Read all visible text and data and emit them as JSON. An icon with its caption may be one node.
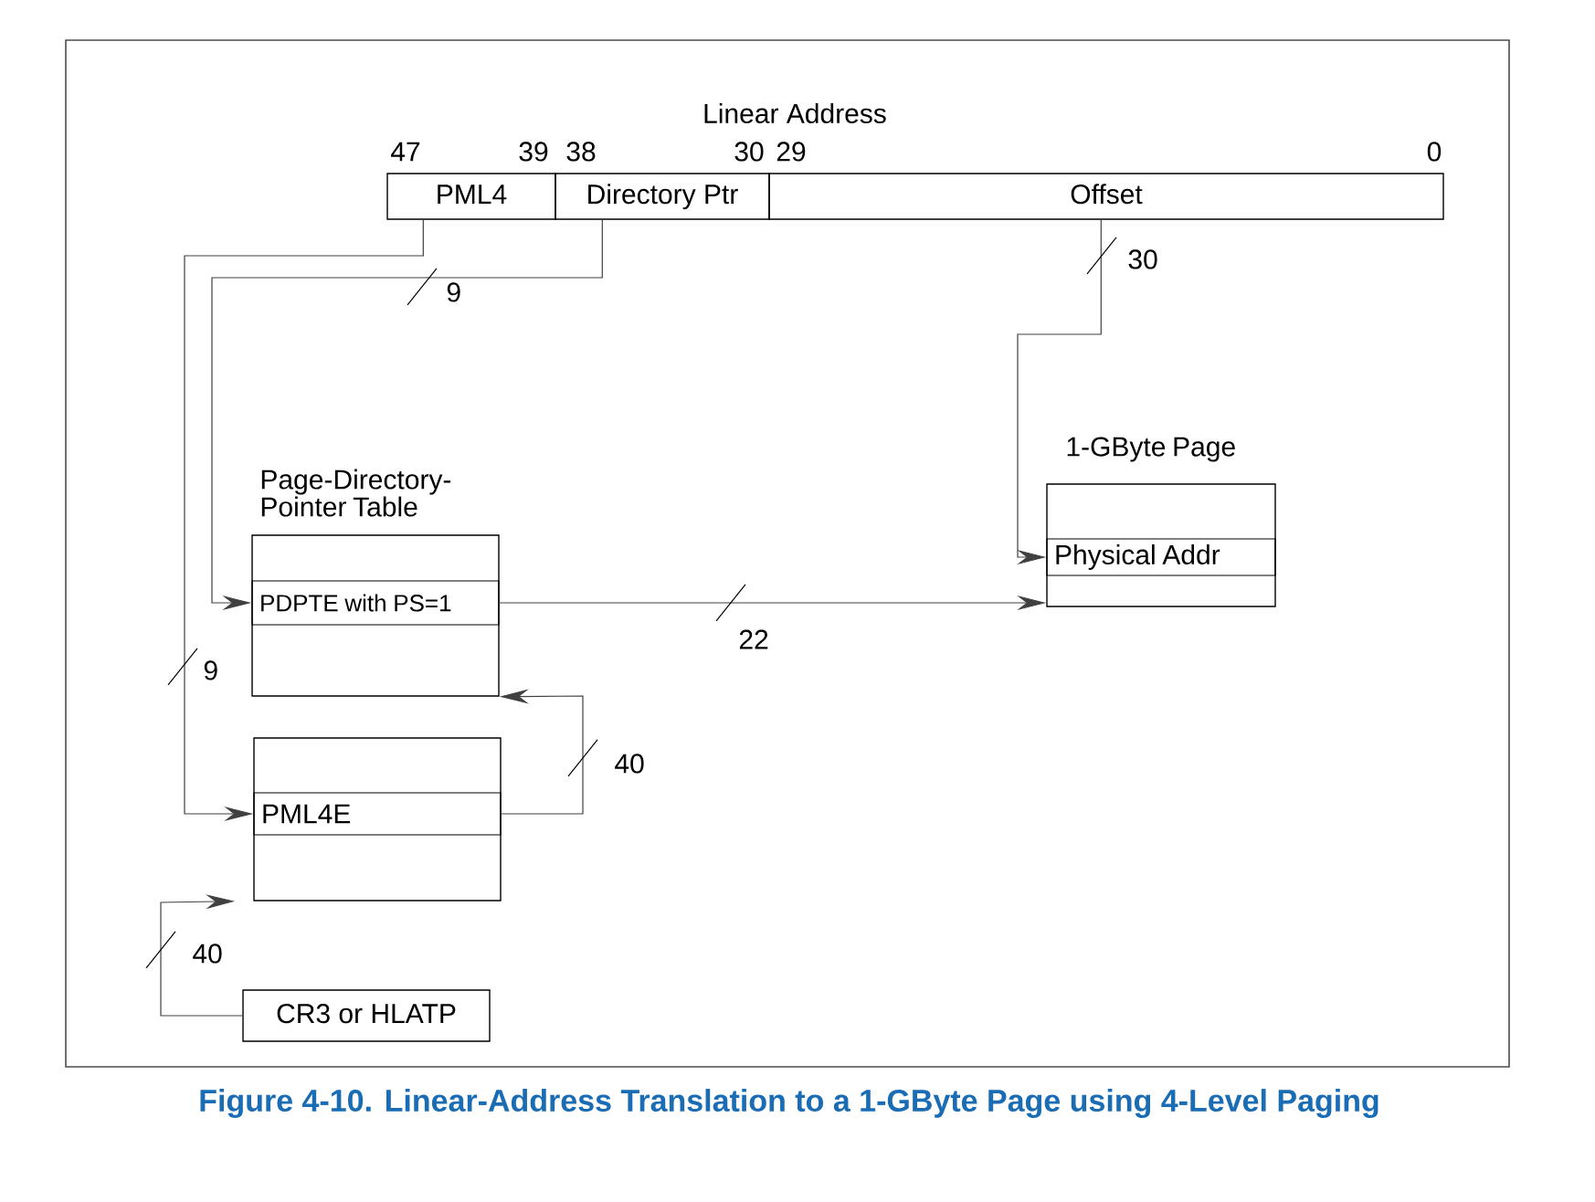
{
  "diagram": {
    "caption": "Figure 4-10. Linear-Address Translation to a 1-GByte Page using 4-Level Paging",
    "nodes": [
      {
        "text": [
          "PML4"
        ]
      },
      {
        "text": [
          "Directory Ptr"
        ]
      },
      {
        "text": [
          "Offset"
        ]
      },
      {
        "text": [
          "Page-Directory- Pointer Table"
        ]
      },
      {
        "text": [
          "PDPTE with PS=1"
        ],
        "in": 3
      },
      {
        "text": [],
        "shape": "box"
      },
      {
        "text": [
          "PML4E"
        ],
        "in": 5
      },
      {
        "text": [
          "1-GByte Page"
        ]
      },
      {
        "text": [
          "Physical Addr"
        ],
        "in": 7
      },
      {
        "text": [
          "CR3 or HLATP"
        ]
      }
    ],
    "edges": [
      {
        "from": 0,
        "to": 6,
        "arrow": "to",
        "label": "9"
      },
      {
        "from": 1,
        "to": 4,
        "arrow": "to",
        "label": "9"
      },
      {
        "from": 2,
        "to": 8,
        "arrow": "to",
        "label": "30"
      },
      {
        "from": 4,
        "to": 7,
        "arrow": "to",
        "label": "22"
      },
      {
        "from": 6,
        "to": 3,
        "arrow": "to",
        "label": "40"
      },
      {
        "from": 9,
        "to": 5,
        "arrow": "to",
        "label": "40"
      }
    ],
    "labels": [
      "Linear Address",
      "47",
      "39",
      "38",
      "30",
      "29",
      "0"
    ]
  }
}
